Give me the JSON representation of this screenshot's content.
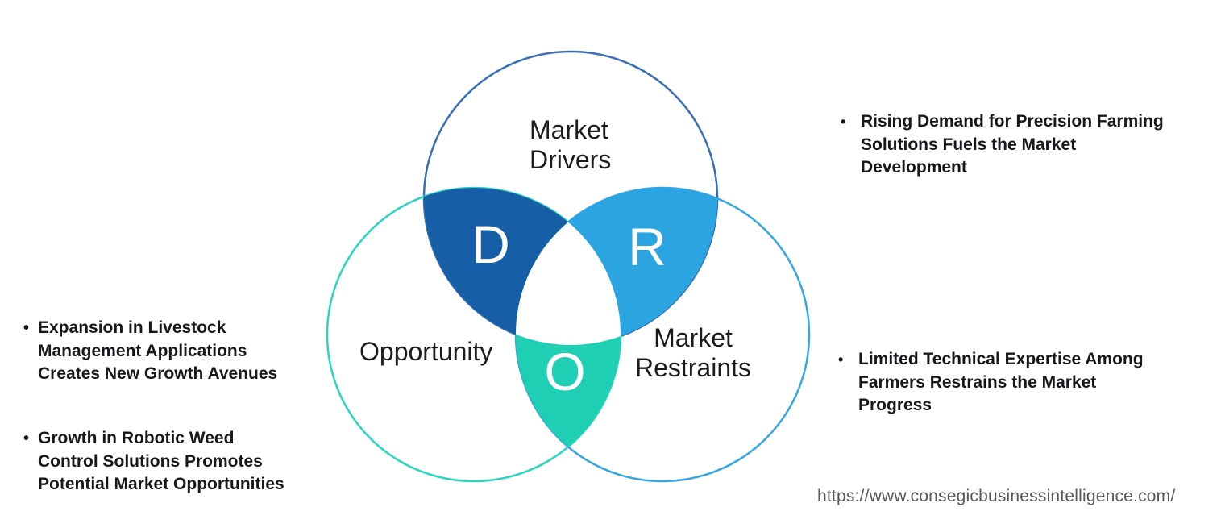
{
  "diagram": {
    "name": "DRO market analysis venn diagram",
    "circles": {
      "drivers": {
        "label": "Market\nDrivers",
        "letter": "D",
        "outline_color": "#3a6fb5",
        "lens_color": "#165fa6"
      },
      "restraints": {
        "label": "Market\nRestraints",
        "letter": "R",
        "outline_color": "#38a6e3",
        "lens_color": "#2ba4e2"
      },
      "opportunity": {
        "label": "Opportunity",
        "letter": "O",
        "outline_color": "#2cd5bf",
        "lens_color": "#1ecfb4"
      }
    },
    "center_fill": "#ffffff"
  },
  "bullets": {
    "left": [
      {
        "text": "Expansion in Livestock\nManagement Applications\nCreates New Growth Avenues"
      },
      {
        "text": "Growth in Robotic Weed\nControl Solutions Promotes\nPotential Market Opportunities"
      }
    ],
    "right": [
      {
        "text": "Rising Demand for Precision Farming\nSolutions Fuels the Market\nDevelopment"
      },
      {
        "text": "Limited Technical Expertise Among\nFarmers Restrains the Market\nProgress"
      }
    ],
    "marker": "•"
  },
  "footer": {
    "url": "https://www.consegicbusinessintelligence.com/"
  }
}
